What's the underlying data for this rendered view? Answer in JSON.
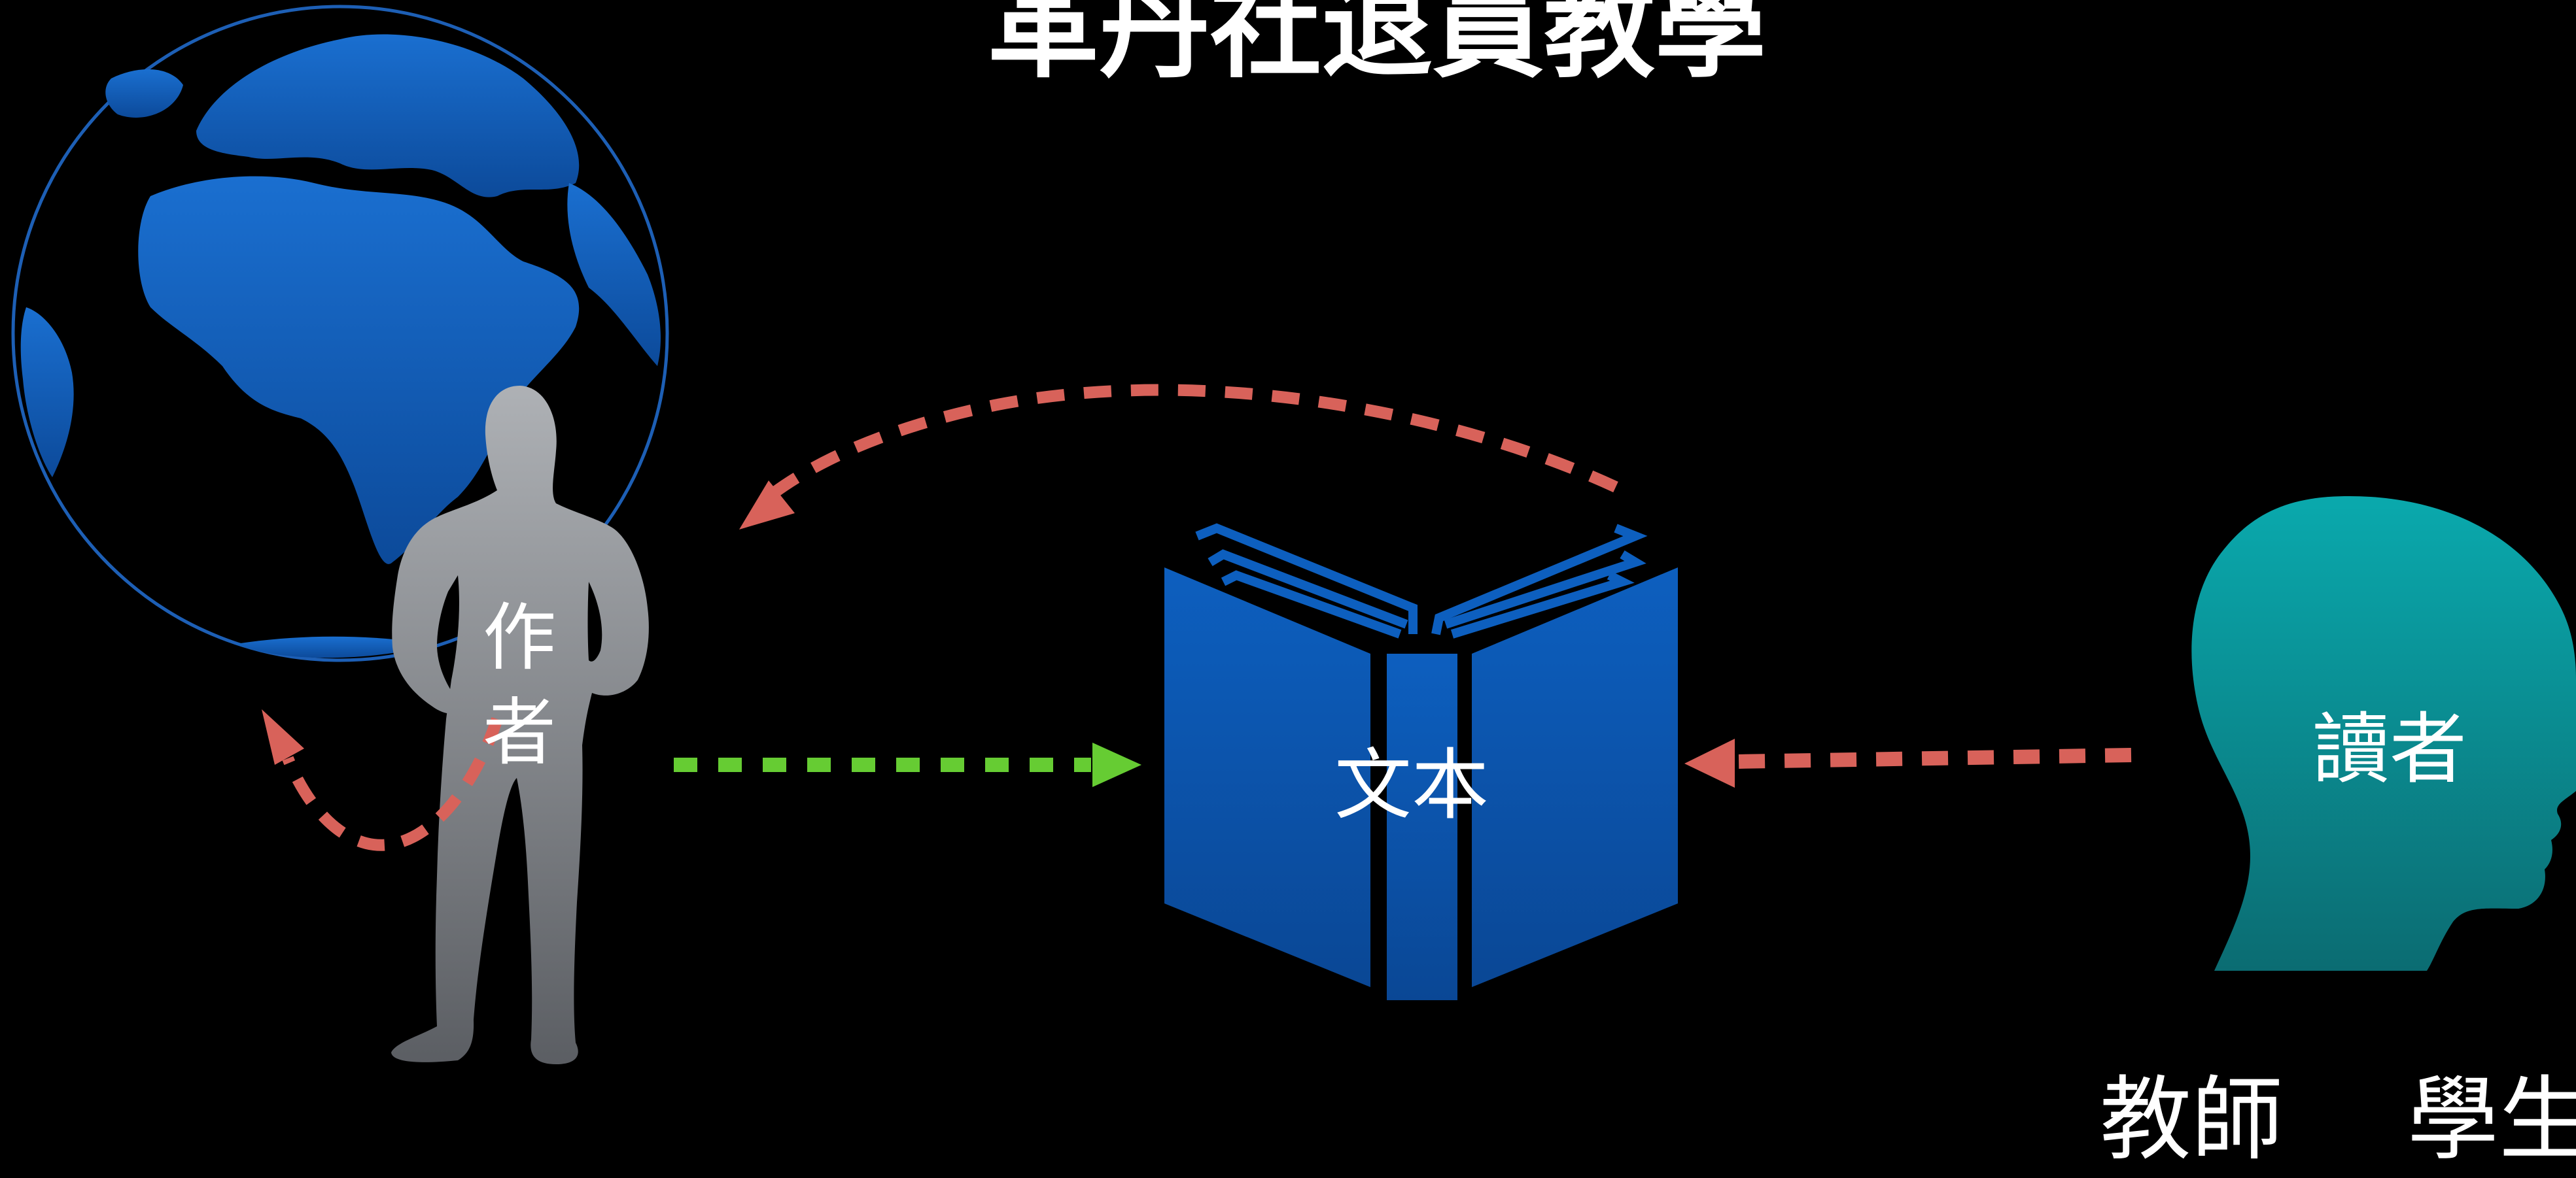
{
  "title": "革丹社退員教學",
  "author_label": [
    "作",
    "者"
  ],
  "text_label": "文本",
  "reader_label": "讀者",
  "teacher_label": "教師",
  "student_label": "學生",
  "colors": {
    "background": "#000000",
    "globe_blue": "#1460b8",
    "book_blue": "#0b55ae",
    "head_teal": "#0fa3a6",
    "person_gray": "#9a9da2",
    "arrow_red": "#d8625a",
    "arrow_green": "#66cc33"
  },
  "icons": [
    "globe-icon",
    "person-silhouette-icon",
    "open-book-icon",
    "head-profile-icon"
  ]
}
